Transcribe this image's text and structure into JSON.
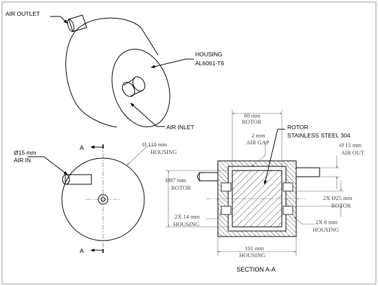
{
  "iso_view": {
    "air_outlet": "AIR OUTLET",
    "housing_label": "HOUSING",
    "housing_material": "AL6061-T6",
    "air_inlet": "AIR INLET"
  },
  "front_view": {
    "inlet_diameter": "Ø15 mm",
    "air_in": "AIR IN",
    "housing_diameter": "Ø 110 mm",
    "housing_label": "HOUSING",
    "section_mark_top": "A",
    "section_mark_bottom": "A"
  },
  "section_view": {
    "rotor_length": "60 mm",
    "rotor_length_label": "ROTOR",
    "air_gap": "2 mm",
    "air_gap_label": "AIR GAP",
    "rotor_label": "ROTOR",
    "rotor_material": "STAINLESS STEEL 304",
    "outlet_diameter": "Ø 15 mm",
    "air_out": "AIR OUT",
    "rotor_diameter": "Ø87 mm",
    "rotor_diameter_label": "ROTOR",
    "shaft_diameter": "2X Ø25 mm",
    "shaft_label": "ROTOR",
    "housing_14": "2X 14 mm",
    "housing_14_label": "HOUSING",
    "housing_8": "2X 8 mm",
    "housing_8_label": "HOUSING",
    "overall_length": "101 mm",
    "overall_length_label": "HOUSING",
    "section_title": "SECTION A-A"
  }
}
